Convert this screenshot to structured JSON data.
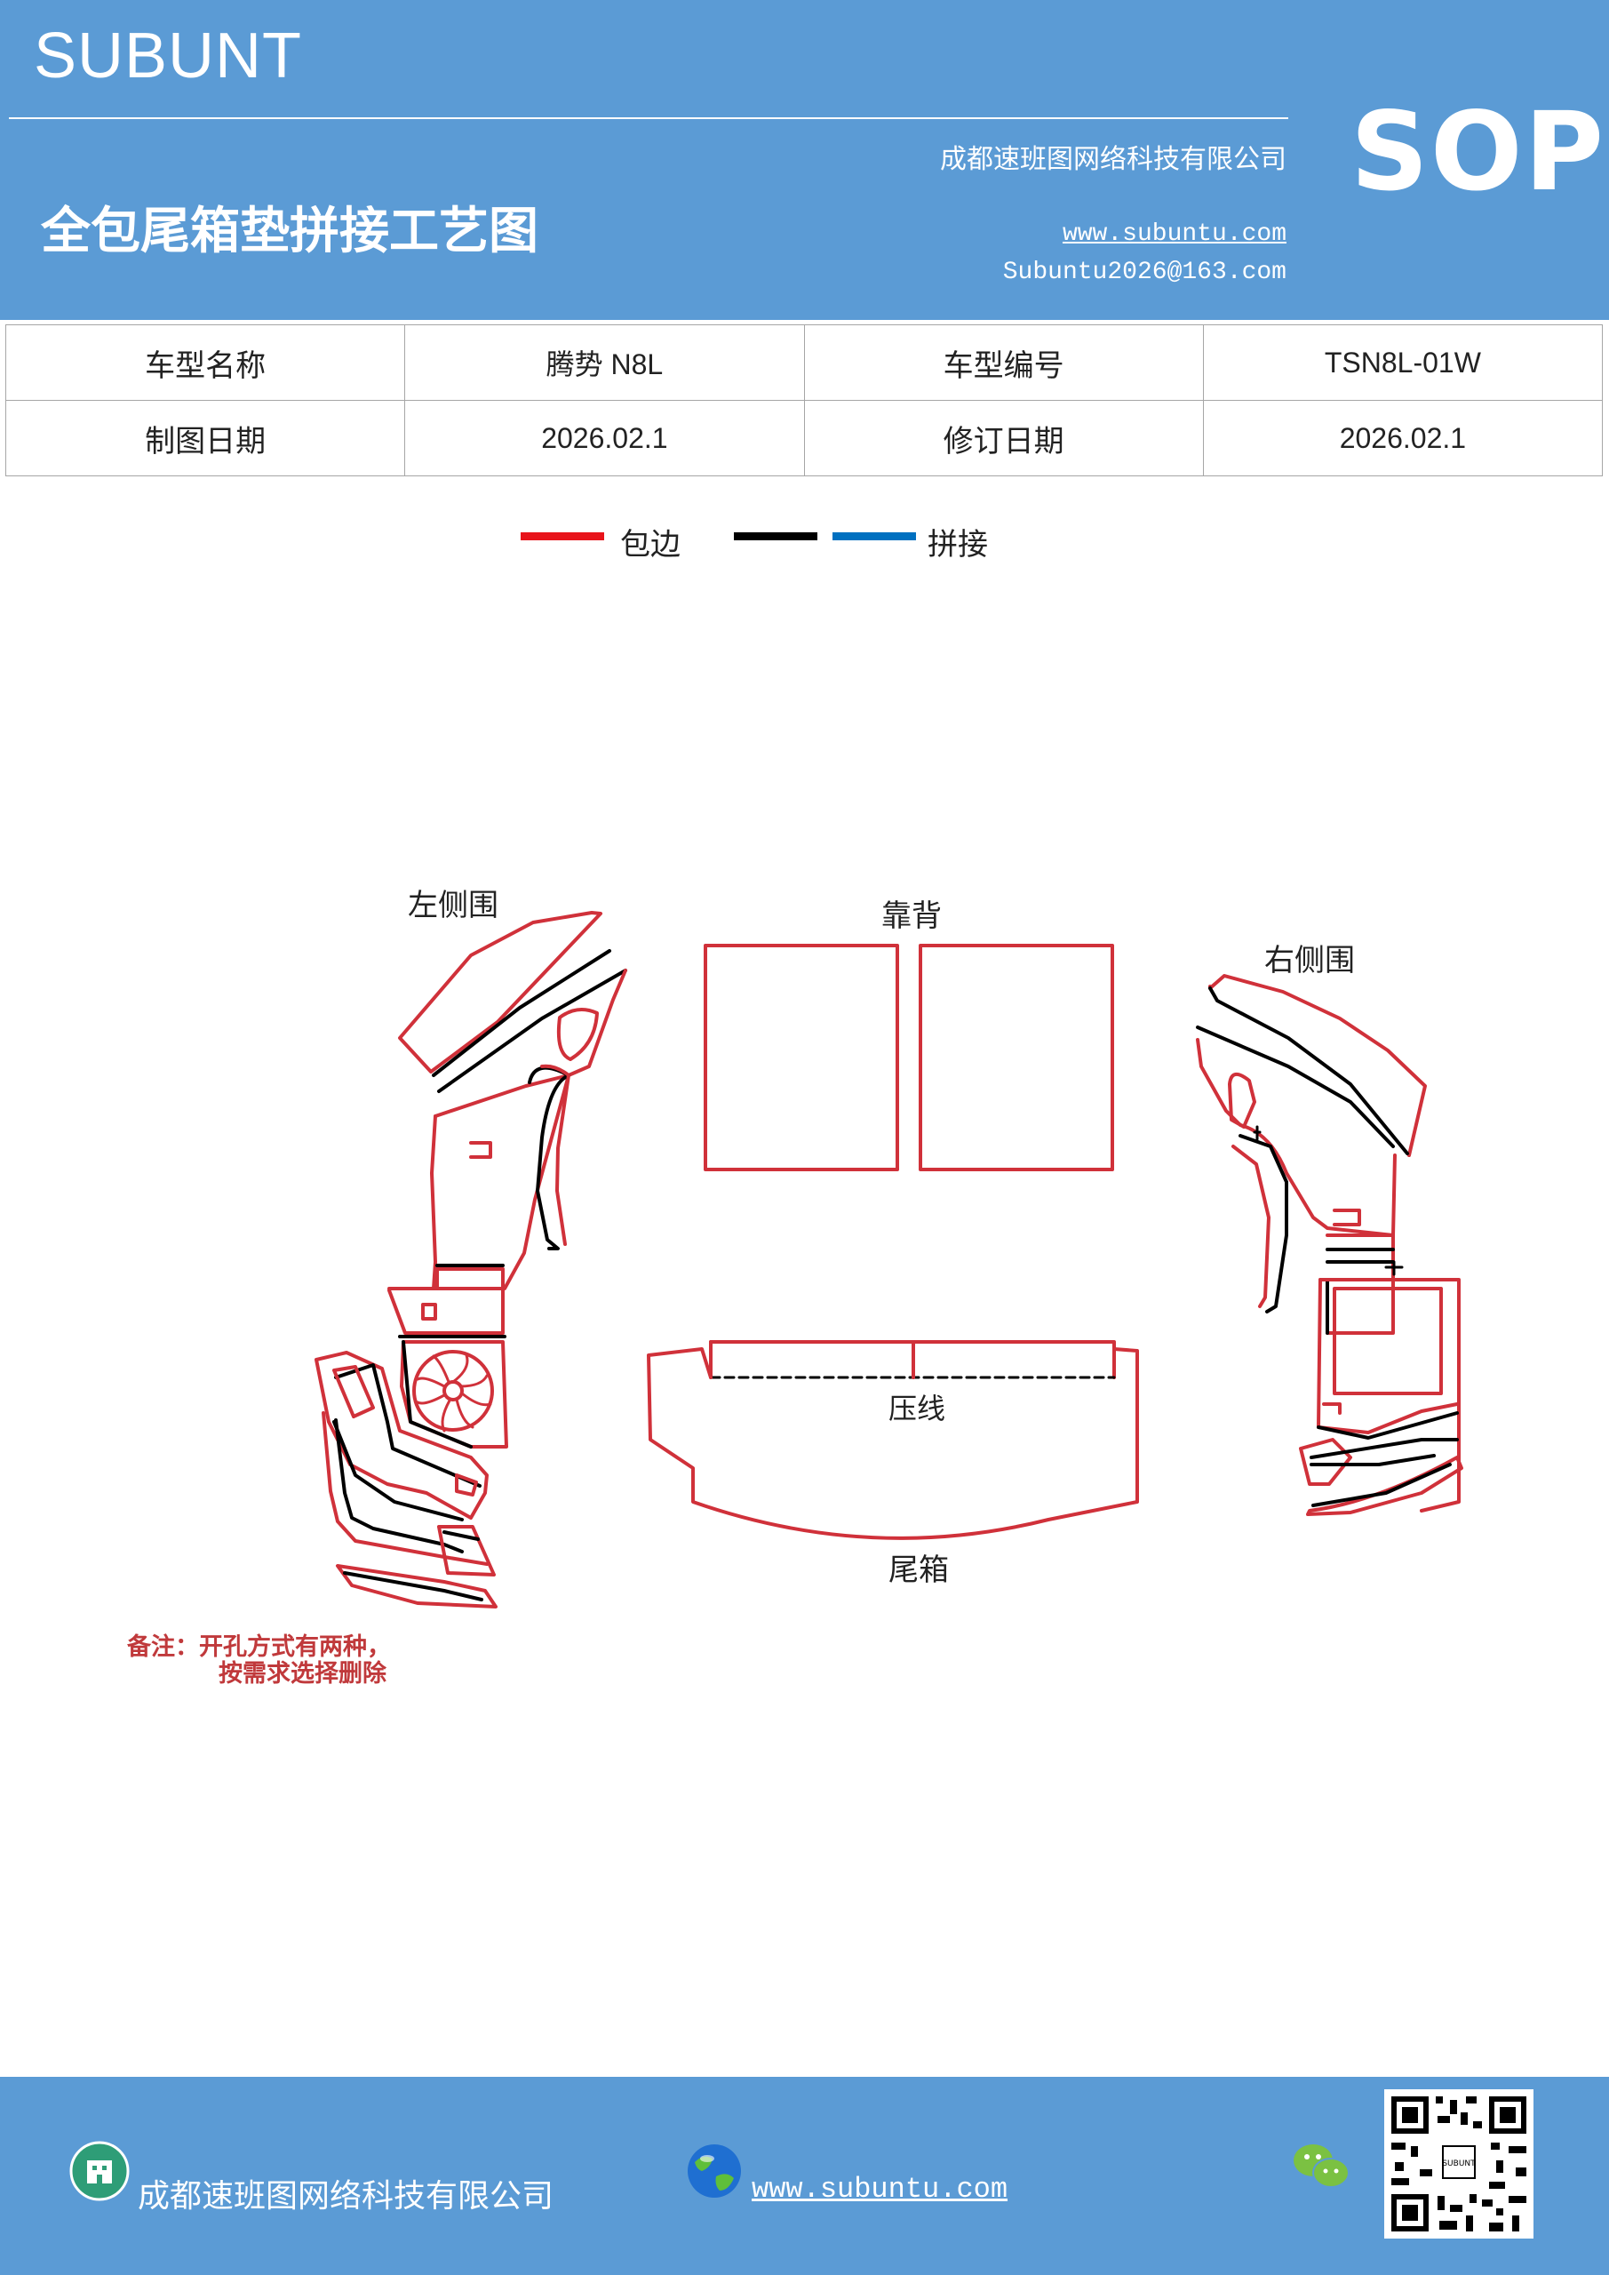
{
  "header": {
    "brand": "SUBUNT",
    "title": "全包尾箱垫拼接工艺图",
    "company": "成都速班图网络科技有限公司",
    "website": "www.subuntu.com",
    "email": "Subuntu2026@163.com",
    "badge": "SOP"
  },
  "info_table": {
    "rows": [
      [
        "车型名称",
        "腾势 N8L",
        "车型编号",
        "TSN8L-01W"
      ],
      [
        "制图日期",
        "2026.02.1",
        "修订日期",
        "2026.02.1"
      ]
    ]
  },
  "legend": {
    "items": [
      {
        "label": "包边",
        "color": "#e8141b"
      },
      {
        "label": "",
        "color": "#000000"
      },
      {
        "label": "拼接",
        "color": "#0070c0"
      }
    ]
  },
  "diagram": {
    "labels": {
      "left_side": "左侧围",
      "backrest": "靠背",
      "right_side": "右侧围",
      "crease": "压线",
      "trunk": "尾箱"
    },
    "note_line1": "备注：开孔方式有两种，",
    "note_line2": "按需求选择删除",
    "colors": {
      "edge": "#d0313a",
      "seam": "#000000",
      "note": "#c0393b"
    }
  },
  "footer": {
    "company": "成都速班图网络科技有限公司",
    "website": "www.subuntu.com",
    "icons": [
      "building-icon",
      "globe-icon",
      "wechat-icon",
      "qr-code"
    ]
  },
  "colors": {
    "header_bg": "#5b9bd5",
    "border": "#a6a6a6"
  }
}
